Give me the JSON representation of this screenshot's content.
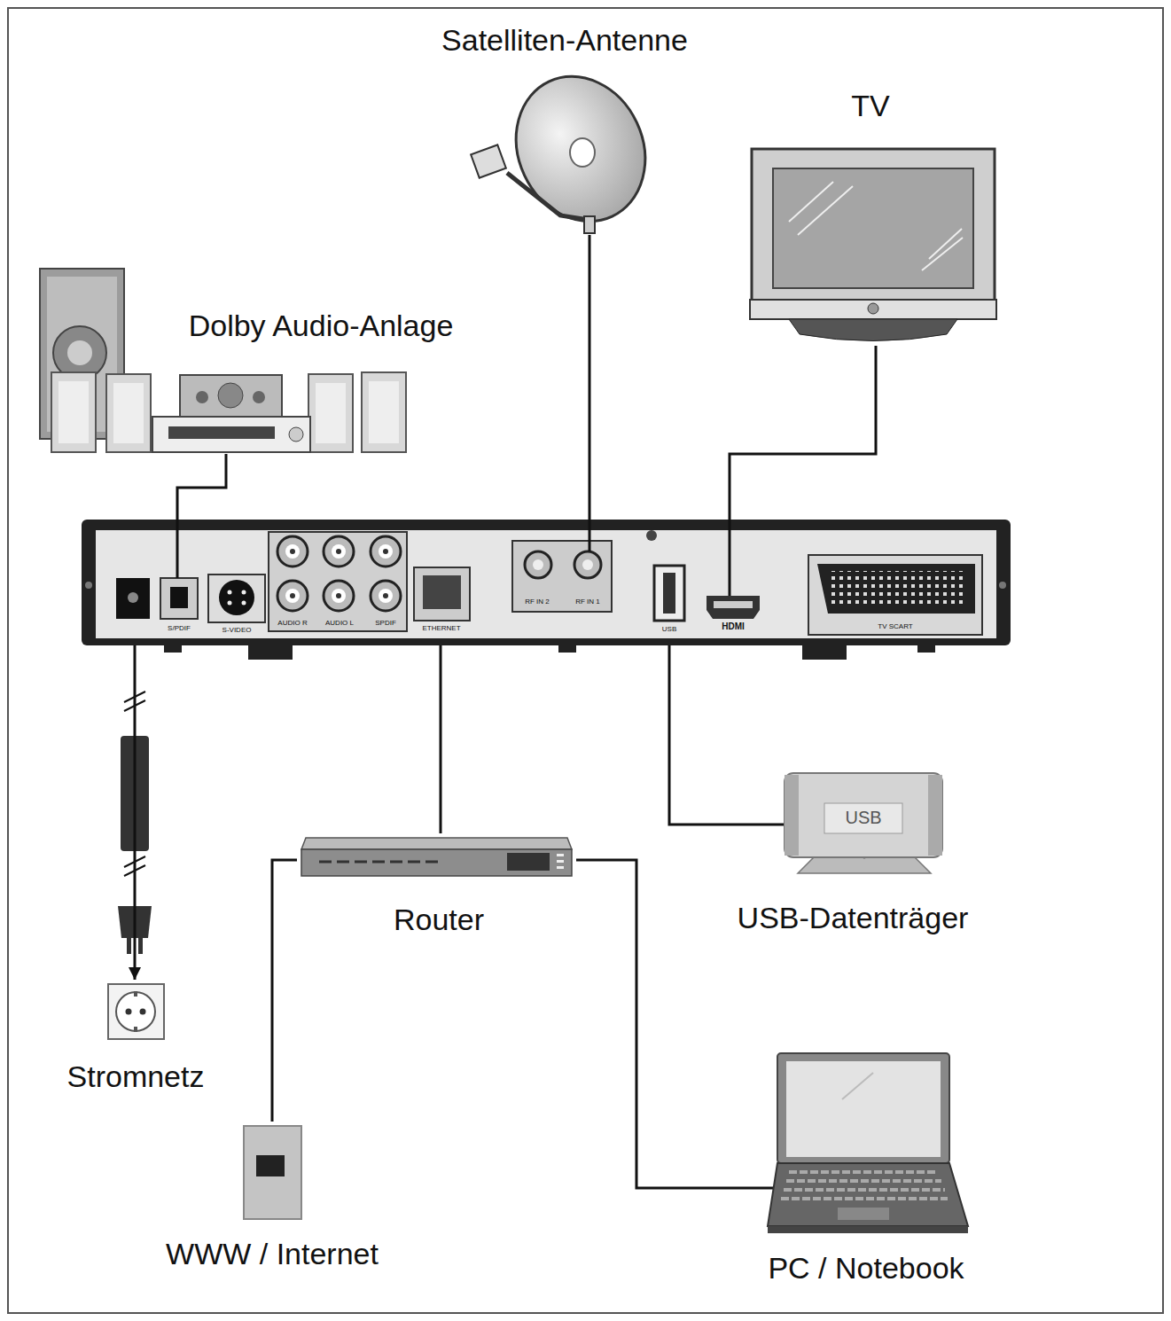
{
  "diagram": {
    "nodes": [
      {
        "text": [
          "Satelliten-Antenne"
        ]
      },
      {
        "text": [
          "TV"
        ]
      },
      {
        "text": [
          "Dolby Audio-Anlage"
        ]
      },
      {
        "text": [
          "S/PDIF",
          "S-VIDEO",
          "AUDIO R",
          "AUDIO L",
          "SPDIF",
          "ETHERNET",
          "RF IN 2",
          "RF IN 1",
          "USB",
          "HDMI",
          "TV SCART"
        ]
      },
      {
        "text": [
          "Router"
        ]
      },
      {
        "text": [
          "USB",
          "USB-Datenträger"
        ]
      },
      {
        "text": [
          "Stromnetz"
        ]
      },
      {
        "text": [
          "WWW / Internet"
        ]
      },
      {
        "text": [
          "PC / Notebook"
        ]
      }
    ],
    "edges": [
      {
        "from": 0,
        "to": 3,
        "arrow": "none"
      },
      {
        "from": 1,
        "to": 3,
        "arrow": "none"
      },
      {
        "from": 2,
        "to": 3,
        "arrow": "none"
      },
      {
        "from": 3,
        "to": 4,
        "arrow": "none"
      },
      {
        "from": 3,
        "to": 5,
        "arrow": "none"
      },
      {
        "from": 3,
        "to": 6,
        "arrow": "to"
      },
      {
        "from": 4,
        "to": 7,
        "arrow": "none"
      },
      {
        "from": 4,
        "to": 8,
        "arrow": "none"
      }
    ]
  }
}
